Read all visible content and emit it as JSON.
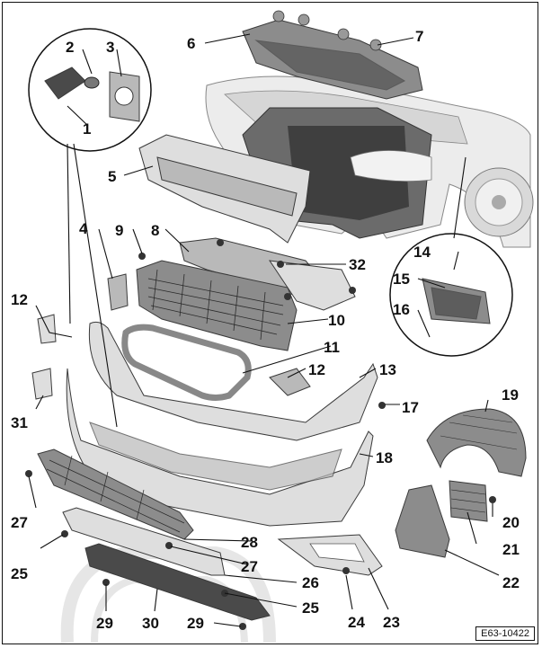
{
  "reference": "E63-10422",
  "callouts": [
    {
      "id": "c1",
      "label": "1"
    },
    {
      "id": "c2",
      "label": "2"
    },
    {
      "id": "c3",
      "label": "3"
    },
    {
      "id": "c4",
      "label": "4"
    },
    {
      "id": "c5",
      "label": "5"
    },
    {
      "id": "c6",
      "label": "6"
    },
    {
      "id": "c7",
      "label": "7"
    },
    {
      "id": "c8",
      "label": "8"
    },
    {
      "id": "c9",
      "label": "9"
    },
    {
      "id": "c10",
      "label": "10"
    },
    {
      "id": "c11",
      "label": "11"
    },
    {
      "id": "c12a",
      "label": "12"
    },
    {
      "id": "c12b",
      "label": "12"
    },
    {
      "id": "c13",
      "label": "13"
    },
    {
      "id": "c14",
      "label": "14"
    },
    {
      "id": "c15",
      "label": "15"
    },
    {
      "id": "c16",
      "label": "16"
    },
    {
      "id": "c17",
      "label": "17"
    },
    {
      "id": "c18",
      "label": "18"
    },
    {
      "id": "c19",
      "label": "19"
    },
    {
      "id": "c20",
      "label": "20"
    },
    {
      "id": "c21",
      "label": "21"
    },
    {
      "id": "c22",
      "label": "22"
    },
    {
      "id": "c23",
      "label": "23"
    },
    {
      "id": "c24",
      "label": "24"
    },
    {
      "id": "c25a",
      "label": "25"
    },
    {
      "id": "c25b",
      "label": "25"
    },
    {
      "id": "c26",
      "label": "26"
    },
    {
      "id": "c27a",
      "label": "27"
    },
    {
      "id": "c27b",
      "label": "27"
    },
    {
      "id": "c28",
      "label": "28"
    },
    {
      "id": "c29a",
      "label": "29"
    },
    {
      "id": "c29b",
      "label": "29"
    },
    {
      "id": "c30",
      "label": "30"
    },
    {
      "id": "c31",
      "label": "31"
    },
    {
      "id": "c32",
      "label": "32"
    }
  ]
}
